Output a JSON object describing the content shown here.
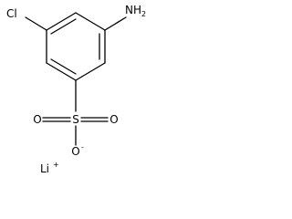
{
  "molecule": {
    "atoms": {
      "chlorine": "Cl",
      "amine_nitrogen": "N",
      "amine_hydrogens": "H",
      "amine_hydrogen_count": "2",
      "sulfur": "S",
      "oxygen_left": "O",
      "oxygen_right": "O",
      "oxygen_anion": "O",
      "anion_charge": "-",
      "lithium": "Li",
      "lithium_charge": "+"
    }
  }
}
